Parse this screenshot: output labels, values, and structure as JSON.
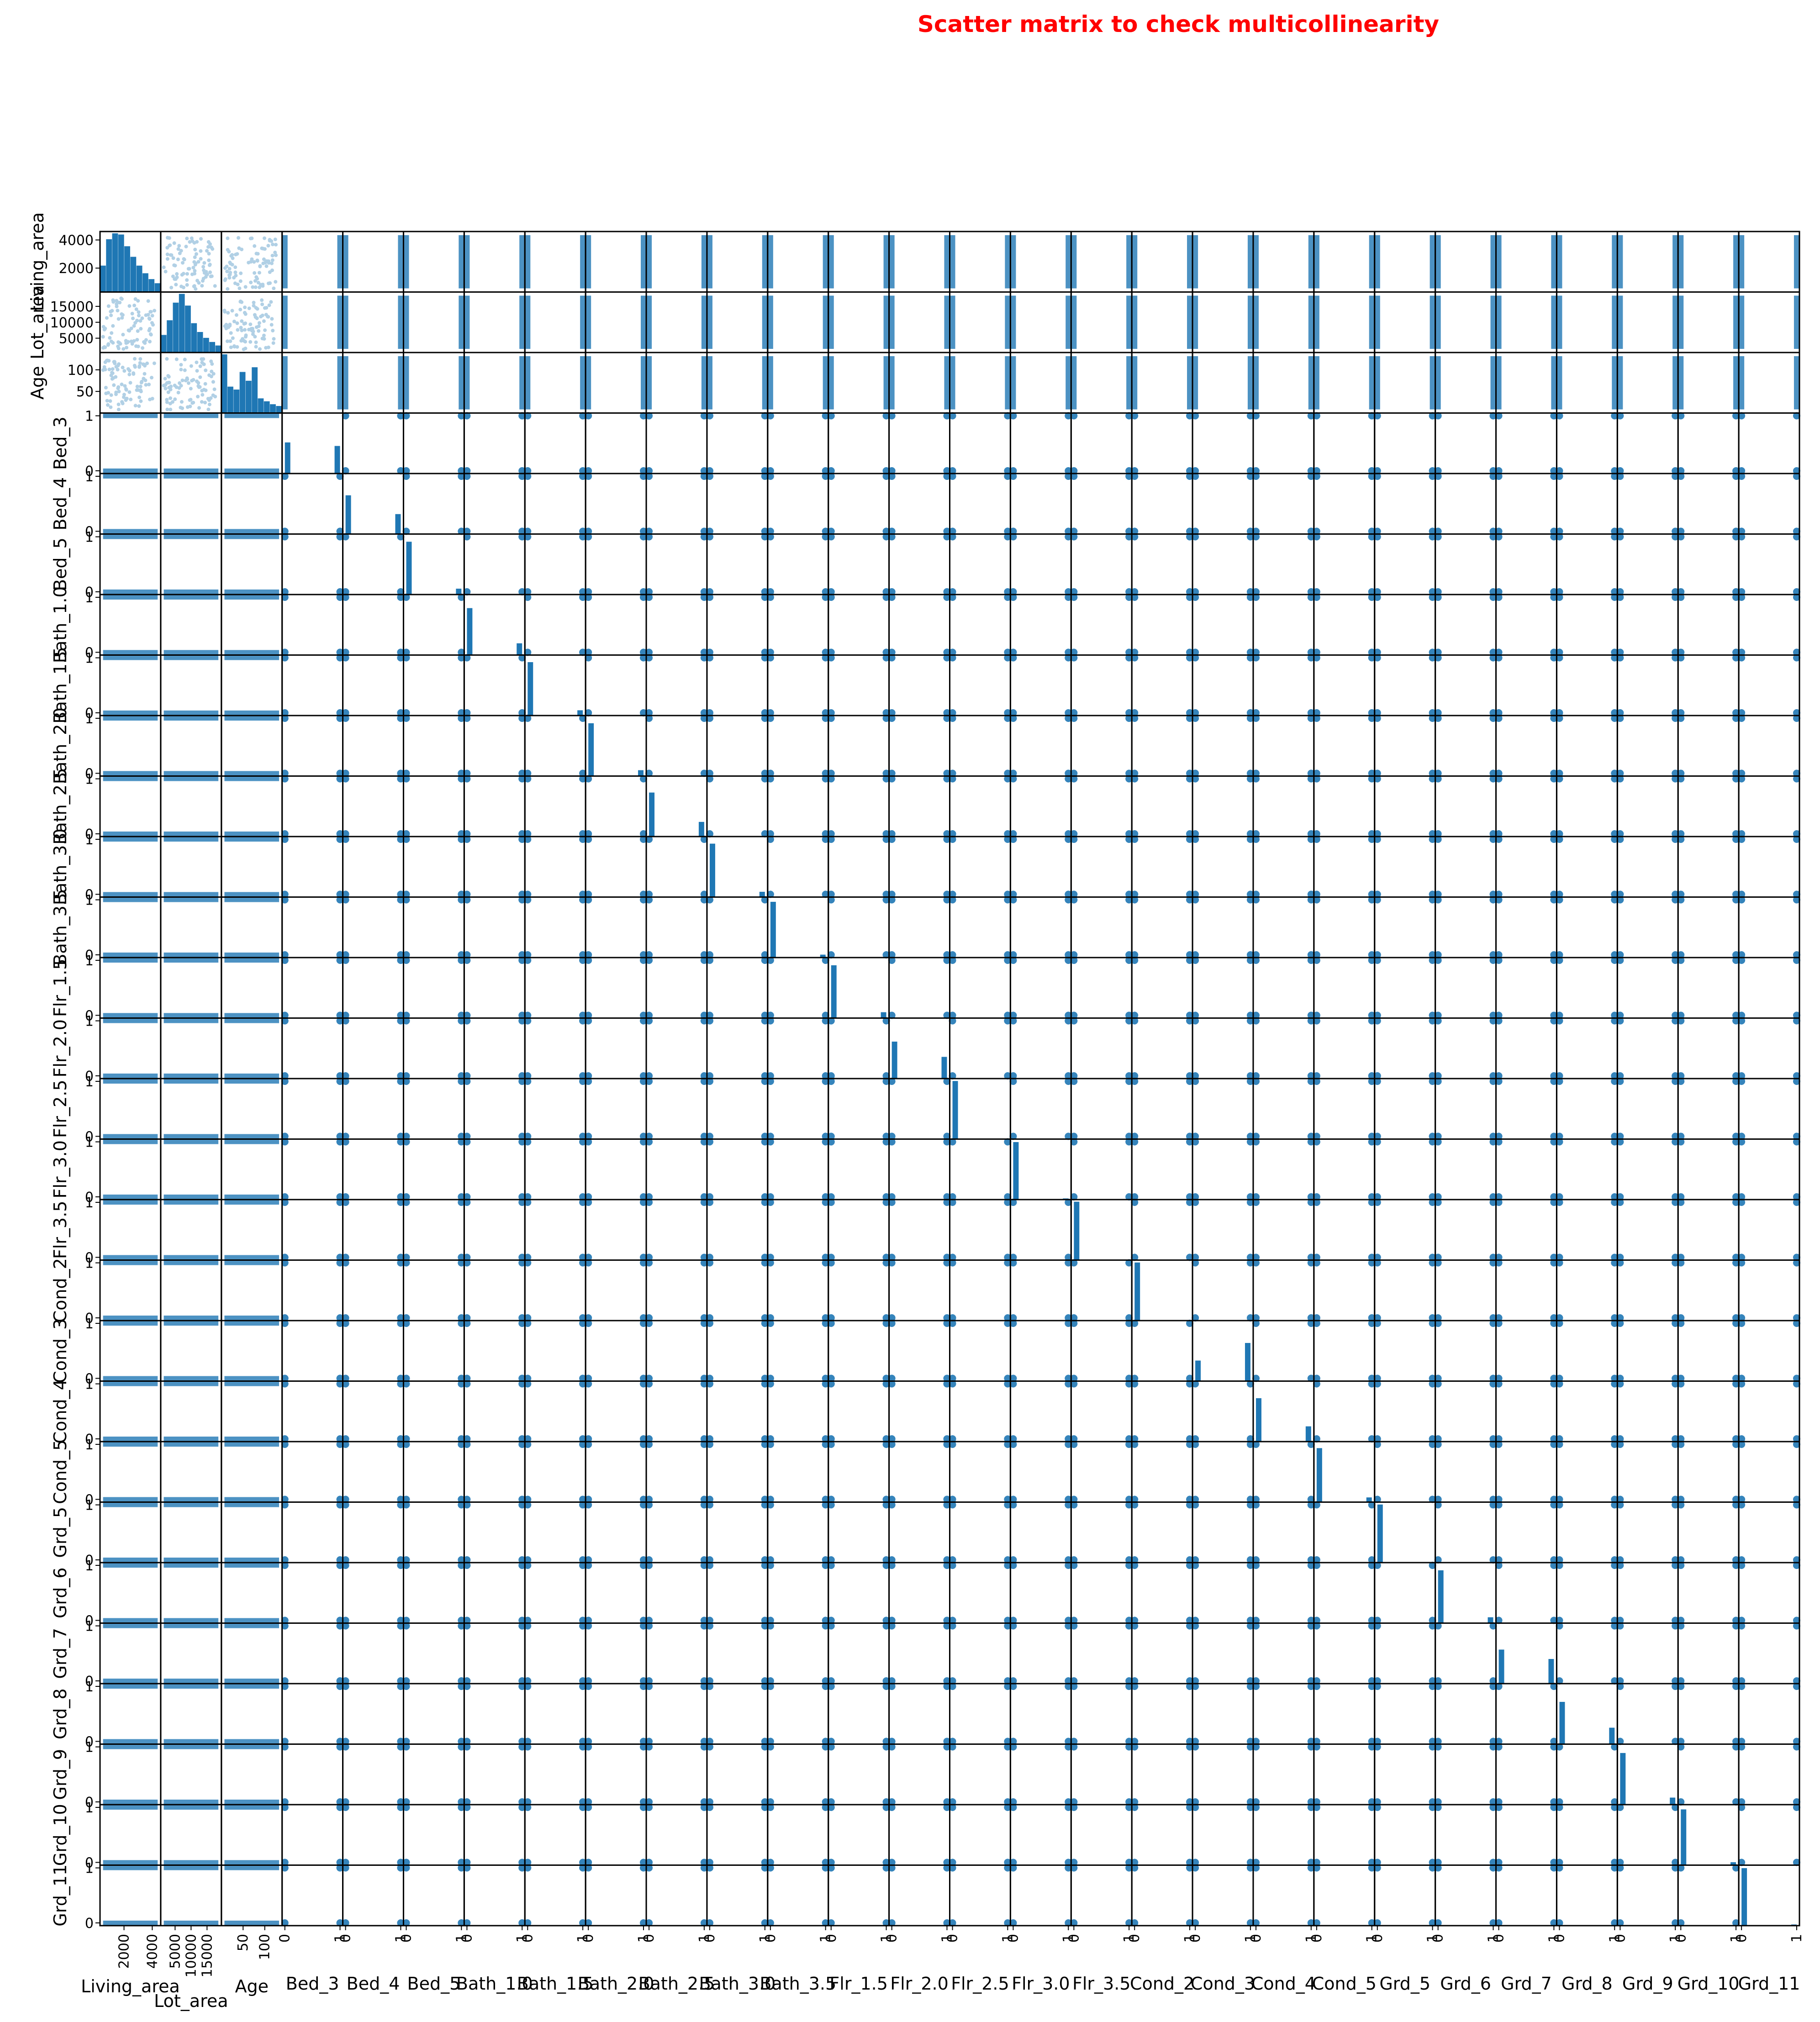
{
  "title": "Scatter matrix to check multicollinearity",
  "colors": {
    "title": "#ff0000",
    "marker": "#1f77b4",
    "axis": "#000000",
    "background": "#ffffff"
  },
  "chart_data": {
    "type": "scatter",
    "subtype": "scatter-matrix",
    "diagonal": "histogram",
    "title": "Scatter matrix to check multicollinearity",
    "variables": [
      "Living_area",
      "Lot_area",
      "Age",
      "Bed_3",
      "Bed_4",
      "Bed_5",
      "Bath_1.0",
      "Bath_1.5",
      "Bath_2.0",
      "Bath_2.5",
      "Bath_3.0",
      "Bath_3.5",
      "Flr_1.5",
      "Flr_2.0",
      "Flr_2.5",
      "Flr_3.0",
      "Flr_3.5",
      "Cond_2",
      "Cond_3",
      "Cond_4",
      "Cond_5",
      "Grd_5",
      "Grd_6",
      "Grd_7",
      "Grd_8",
      "Grd_9",
      "Grd_10",
      "Grd_11"
    ],
    "continuous": {
      "Living_area": {
        "range": [
          300,
          4600
        ],
        "ticks": [
          2000,
          4000
        ],
        "bottom_ticks": [
          2000,
          4000
        ]
      },
      "Lot_area": {
        "range": [
          500,
          19500
        ],
        "ticks": [
          5000,
          10000,
          15000
        ],
        "bottom_ticks": [
          5000,
          10000,
          15000
        ]
      },
      "Age": {
        "range": [
          0,
          140
        ],
        "ticks": [
          50,
          100
        ],
        "bottom_ticks": [
          50,
          100
        ]
      }
    },
    "binary_ticks": [
      0,
      1
    ],
    "diagonal_hist": {
      "Living_area": [
        0.45,
        0.9,
        1.0,
        0.98,
        0.78,
        0.6,
        0.45,
        0.32,
        0.22,
        0.15
      ],
      "Lot_area": [
        0.3,
        0.55,
        0.85,
        1.0,
        0.8,
        0.5,
        0.35,
        0.25,
        0.18,
        0.12
      ],
      "Age": [
        1.0,
        0.45,
        0.4,
        0.7,
        0.55,
        0.78,
        0.25,
        0.2,
        0.15,
        0.12
      ],
      "binary_share_of_1": {
        "Bed_3": 0.47,
        "Bed_4": 0.34,
        "Bed_5": 0.1,
        "Bath_1.0": 0.2,
        "Bath_1.5": 0.09,
        "Bath_2.0": 0.1,
        "Bath_2.5": 0.25,
        "Bath_3.0": 0.09,
        "Bath_3.5": 0.05,
        "Flr_1.5": 0.1,
        "Flr_2.0": 0.37,
        "Flr_2.5": 0.01,
        "Flr_3.0": 0.02,
        "Flr_3.5": 0.005,
        "Cond_2": 0.01,
        "Cond_3": 0.65,
        "Cond_4": 0.26,
        "Cond_5": 0.08,
        "Grd_5": 0.01,
        "Grd_6": 0.1,
        "Grd_7": 0.42,
        "Grd_8": 0.28,
        "Grd_9": 0.12,
        "Grd_10": 0.05,
        "Grd_11": 0.02
      }
    },
    "grid": false,
    "legend": "none"
  }
}
